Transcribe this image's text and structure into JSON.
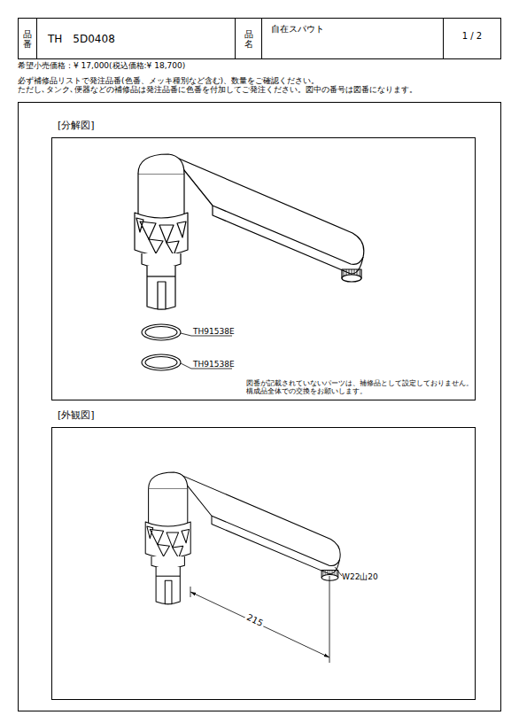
{
  "diagram": {
    "nodes": [
      {
        "text": [
          "品番"
        ]
      },
      {
        "text": [
          "TH　5D0408"
        ]
      },
      {
        "text": [
          "品名"
        ]
      },
      {
        "text": [
          "自在スパウト"
        ]
      },
      {
        "text": [
          "1 / 2"
        ]
      },
      {
        "text": [
          "[分解図]"
        ]
      },
      {
        "text": [
          "[外観図]"
        ]
      }
    ],
    "labels": [
      "希望小売価格：¥ 17,000(税込価格:¥ 18,700)",
      "必ず補修品リストで発注品番(色番、メッキ種別など含む)、数量をご確認ください。",
      "ただし､タンク､便器などの補修品は発注品番に色番を付加してご発注ください。図中の番号は図番になります。",
      "TH91538E",
      "TH91538E",
      "図番が記載されていないパーツは、補修品として設定しておりません。構成品全体での交換をお願いします。",
      "W22山20",
      "215"
    ]
  }
}
